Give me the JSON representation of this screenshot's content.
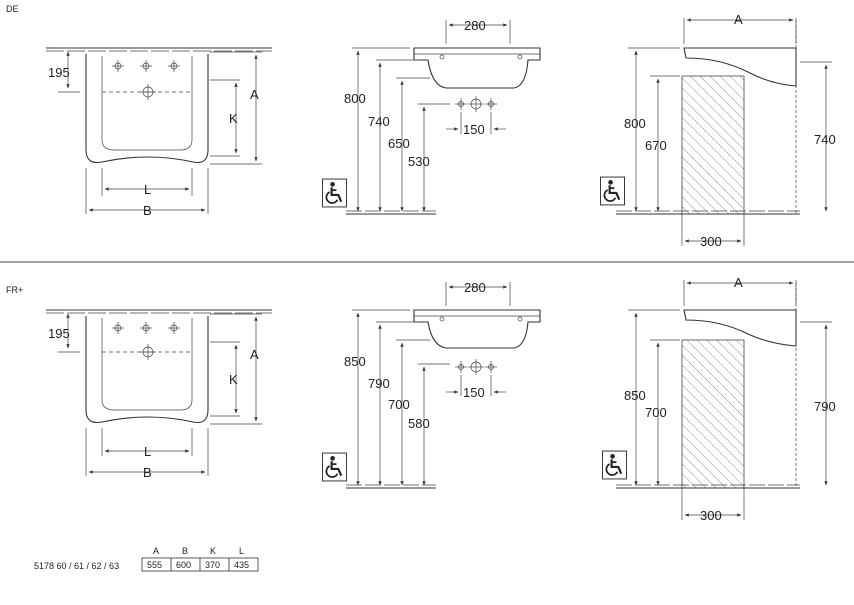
{
  "sections": [
    {
      "region": "DE",
      "front": {
        "dim_195": "195",
        "label_A": "A",
        "label_K": "K",
        "label_L": "L",
        "label_B": "B"
      },
      "side": {
        "dim_280": "280",
        "dim_800": "800",
        "dim_740": "740",
        "dim_650": "650",
        "dim_530": "530",
        "dim_150": "150"
      },
      "profile": {
        "label_A": "A",
        "dim_800": "800",
        "dim_670": "670",
        "dim_740": "740",
        "dim_300": "300"
      }
    },
    {
      "region": "FR+",
      "front": {
        "dim_195": "195",
        "label_A": "A",
        "label_K": "K",
        "label_L": "L",
        "label_B": "B"
      },
      "side": {
        "dim_280": "280",
        "dim_850": "850",
        "dim_790": "790",
        "dim_700": "700",
        "dim_580": "580",
        "dim_150": "150"
      },
      "profile": {
        "label_A": "A",
        "dim_850": "850",
        "dim_700": "700",
        "dim_790": "790",
        "dim_300": "300"
      }
    }
  ],
  "table": {
    "headers": [
      "A",
      "B",
      "K",
      "L"
    ],
    "row_label": "5178 60 / 61 / 62 / 63",
    "values": [
      "555",
      "600",
      "370",
      "435"
    ]
  },
  "icons": [
    "wheelchair-accessible-icon"
  ]
}
